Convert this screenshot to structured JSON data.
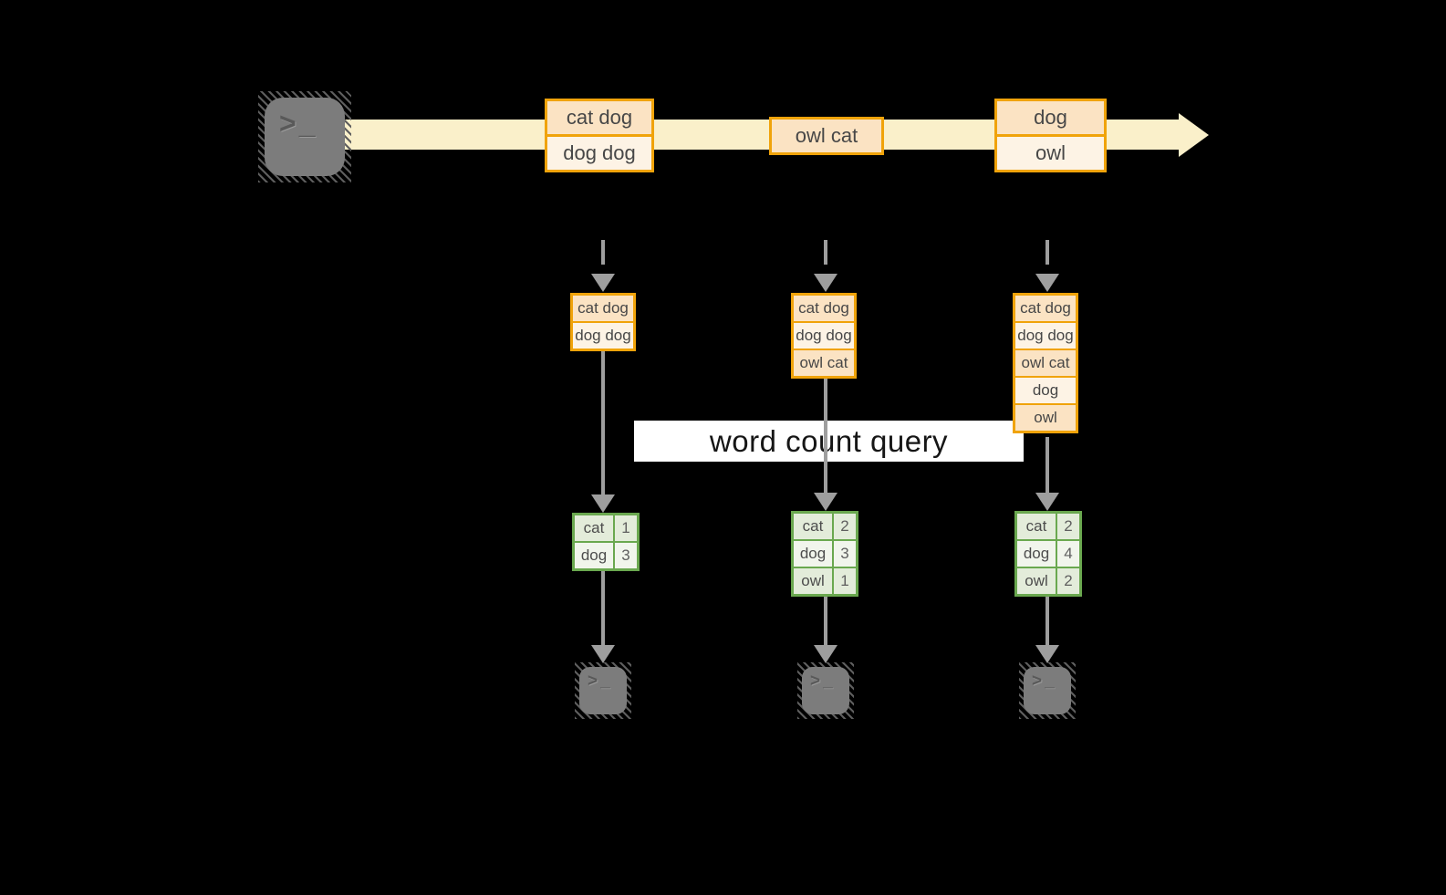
{
  "query_label": "word count query",
  "glyphs": {
    "prompt": ">",
    "cursor": "_"
  },
  "icons": {
    "source": "terminal-icon",
    "sinks": [
      "terminal-icon",
      "terminal-icon",
      "terminal-icon"
    ],
    "stream": "right-arrow",
    "connectors": "down-arrow"
  },
  "stream": {
    "batches": [
      {
        "rows": [
          "cat dog",
          "dog dog"
        ]
      },
      {
        "rows": [
          "owl cat"
        ]
      },
      {
        "rows": [
          "dog",
          "owl"
        ]
      }
    ]
  },
  "states": [
    {
      "rows": [
        "cat dog",
        "dog dog"
      ]
    },
    {
      "rows": [
        "cat dog",
        "dog dog",
        "owl cat"
      ]
    },
    {
      "rows": [
        "cat dog",
        "dog dog",
        "owl cat",
        "dog",
        "owl"
      ]
    }
  ],
  "results": [
    {
      "rows": [
        {
          "word": "cat",
          "count": "1"
        },
        {
          "word": "dog",
          "count": "3"
        }
      ]
    },
    {
      "rows": [
        {
          "word": "cat",
          "count": "2"
        },
        {
          "word": "dog",
          "count": "3"
        },
        {
          "word": "owl",
          "count": "1"
        }
      ]
    },
    {
      "rows": [
        {
          "word": "cat",
          "count": "2"
        },
        {
          "word": "dog",
          "count": "4"
        },
        {
          "word": "owl",
          "count": "2"
        }
      ]
    }
  ],
  "colors": {
    "background": "#000000",
    "stream_yellow": "#faf0ca",
    "box_border_orange": "#f0a30a",
    "box_fill_peach_dark": "#fbe3c3",
    "box_fill_peach_light": "#fdf3e5",
    "table_border_green": "#6aa84f",
    "table_fill_green_dark": "#e3ecda",
    "table_fill_green_light": "#f1f5ec",
    "arrow_gray": "#9e9e9e",
    "terminal_gray": "#7c7c7c",
    "band_white": "#ffffff",
    "text_dark": "#474747"
  }
}
